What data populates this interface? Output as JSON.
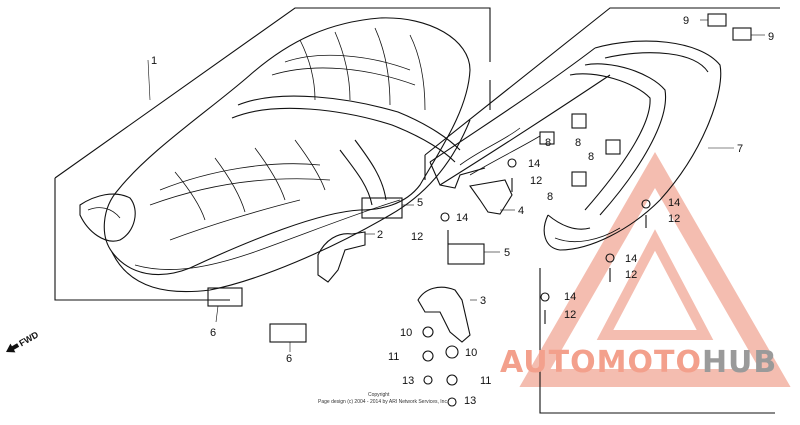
{
  "diagram": {
    "part_labels": [
      {
        "id": "1",
        "text": "1"
      },
      {
        "id": "2",
        "text": "2"
      },
      {
        "id": "3",
        "text": "3"
      },
      {
        "id": "4",
        "text": "4"
      },
      {
        "id": "5a",
        "text": "5"
      },
      {
        "id": "5b",
        "text": "5"
      },
      {
        "id": "6a",
        "text": "6"
      },
      {
        "id": "6b",
        "text": "6"
      },
      {
        "id": "7",
        "text": "7"
      },
      {
        "id": "8a",
        "text": "8"
      },
      {
        "id": "8b",
        "text": "8"
      },
      {
        "id": "8c",
        "text": "8"
      },
      {
        "id": "8d",
        "text": "8"
      },
      {
        "id": "9a",
        "text": "9"
      },
      {
        "id": "9b",
        "text": "9"
      },
      {
        "id": "10a",
        "text": "10"
      },
      {
        "id": "10b",
        "text": "10"
      },
      {
        "id": "11a",
        "text": "11"
      },
      {
        "id": "11b",
        "text": "11"
      },
      {
        "id": "12a",
        "text": "12"
      },
      {
        "id": "12b",
        "text": "12"
      },
      {
        "id": "12c",
        "text": "12"
      },
      {
        "id": "12d",
        "text": "12"
      },
      {
        "id": "12e",
        "text": "12"
      },
      {
        "id": "13a",
        "text": "13"
      },
      {
        "id": "13b",
        "text": "13"
      },
      {
        "id": "14a",
        "text": "14"
      },
      {
        "id": "14b",
        "text": "14"
      },
      {
        "id": "14c",
        "text": "14"
      },
      {
        "id": "14d",
        "text": "14"
      },
      {
        "id": "14e",
        "text": "14"
      }
    ],
    "fwd": "FWD",
    "copyright_line1": "Copyright",
    "copyright_line2": "Page design (c) 2004 - 2014 by ARI Network Services, Inc."
  },
  "watermark": {
    "text_part1": "AUTOMOTO",
    "text_part2": "HUB",
    "color_primary": "#f3a08c",
    "color_secondary": "#9a9a9a"
  }
}
